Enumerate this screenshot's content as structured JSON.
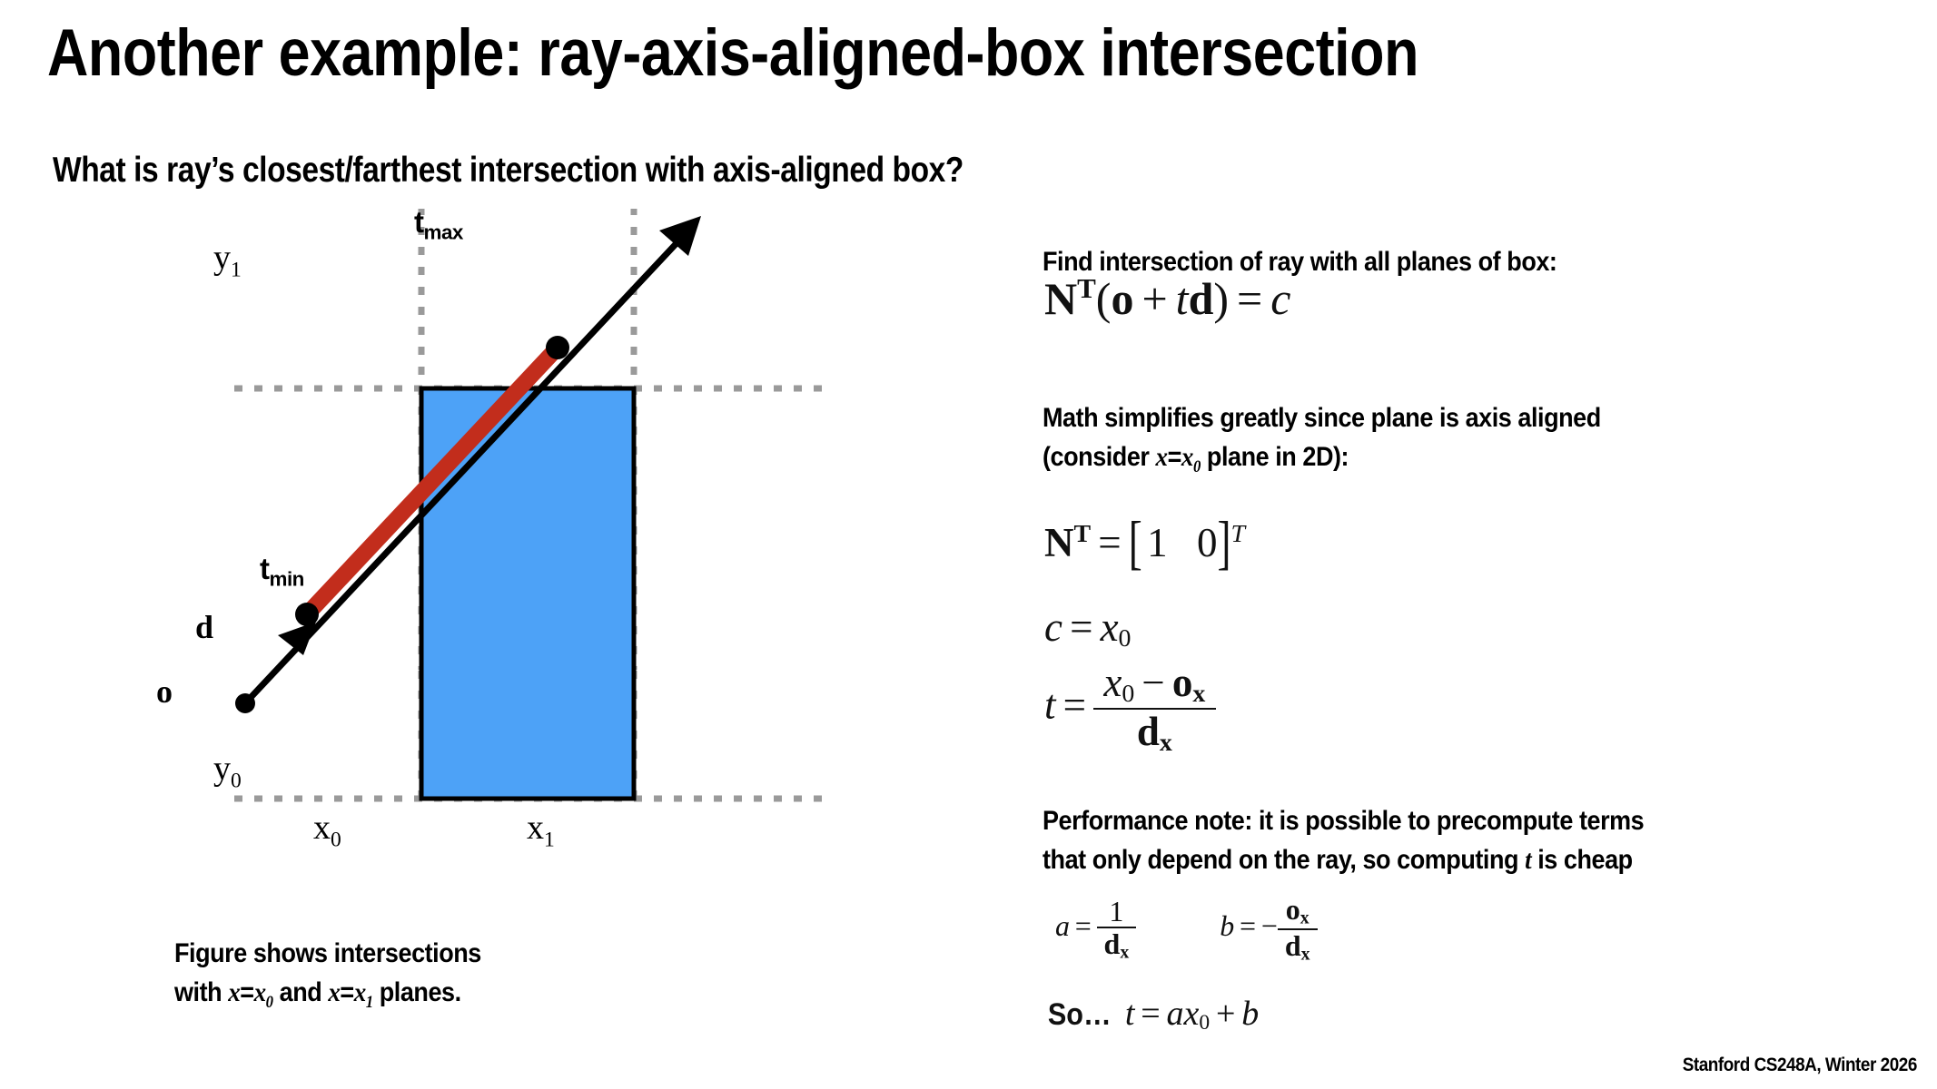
{
  "slide": {
    "title": "Another example: ray-axis-aligned-box intersection",
    "subtitle": "What is ray’s closest/farthest intersection with axis-aligned box?",
    "footer": "Stanford CS248A, Winter 2026"
  },
  "figure": {
    "labels": {
      "y1": "y",
      "y1_sub": "1",
      "y0": "y",
      "y0_sub": "0",
      "x0": "x",
      "x0_sub": "0",
      "x1": "x",
      "x1_sub": "1",
      "tmin": "t",
      "tmin_sub": "min",
      "tmax": "t",
      "tmax_sub": "max",
      "origin": "o",
      "direction": "d"
    },
    "colors": {
      "box_fill": "#4da2f7",
      "box_stroke": "#000000",
      "ray_segment": "#c22d1c",
      "ray_line": "#000000",
      "guide_line": "#9a9a9a"
    },
    "caption_line1": "Figure shows intersections",
    "caption_line2_pre": "with ",
    "caption_line2_eq1_var": "x",
    "caption_line2_eq1_val": "x",
    "caption_line2_eq1_sub": "0",
    "caption_line2_mid": " and ",
    "caption_line2_eq2_var": "x",
    "caption_line2_eq2_val": "x",
    "caption_line2_eq2_sub": "1",
    "caption_line2_post": " planes."
  },
  "right": {
    "heading": "Find intersection of ray with all planes of box:",
    "eq_plane": {
      "N": "N",
      "T": "T",
      "lparen": "(",
      "o": "o",
      "plus": "+",
      "t": "t",
      "d": "d",
      "rparen": ")",
      "equals": "=",
      "c": "c"
    },
    "note_line1": "Math simplifies greatly since plane is axis aligned",
    "note_line2_pre": "(consider ",
    "note_line2_var": "x",
    "note_line2_eq": "=",
    "note_line2_val": "x",
    "note_line2_sub": "0",
    "note_line2_post": " plane in 2D):",
    "eq_normal": {
      "N": "N",
      "T": "T",
      "equals": "=",
      "lbracket": "[",
      "one": "1",
      "zero": "0",
      "rbracket": "]",
      "sup_T": "T"
    },
    "eq_c": {
      "c": "c",
      "equals": "=",
      "x": "x",
      "sub": "0"
    },
    "eq_t": {
      "t": "t",
      "equals": "=",
      "num_x": "x",
      "num_sub": "0",
      "minus": "−",
      "num_o": "o",
      "num_o_sub": "x",
      "den_d": "d",
      "den_sub": "x"
    },
    "perf_line1": "Performance note: it is possible to precompute terms",
    "perf_line2_pre": "that only depend on the ray, so computing ",
    "perf_line2_var": "t",
    "perf_line2_post": " is cheap",
    "eq_ab": {
      "a": "a",
      "equals1": "=",
      "num_one": "1",
      "den_d1": "d",
      "den_sub1": "x",
      "b": "b",
      "equals2": "=",
      "minus": "−",
      "num_o": "o",
      "num_o_sub": "x",
      "den_d2": "d",
      "den_sub2": "x"
    },
    "eq_final": {
      "so": "So…",
      "t": "t",
      "equals": "=",
      "a": "a",
      "x": "x",
      "sub": "0",
      "plus": "+",
      "b": "b"
    }
  }
}
